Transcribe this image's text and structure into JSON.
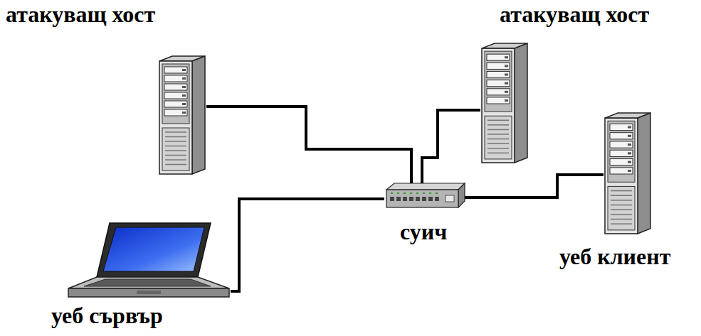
{
  "diagram": {
    "nodes": [
      {
        "text": [
          "атакуващ хост"
        ]
      },
      {
        "text": [
          "атакуващ хост"
        ]
      },
      {
        "text": [
          "суич"
        ]
      },
      {
        "text": [
          "уеб клиент"
        ]
      },
      {
        "text": [
          "уеб сървър"
        ]
      }
    ],
    "edges": [
      {
        "from": 0,
        "to": 2,
        "arrow": "none"
      },
      {
        "from": 1,
        "to": 2,
        "arrow": "none"
      },
      {
        "from": 2,
        "to": 3,
        "arrow": "none"
      },
      {
        "from": 4,
        "to": 2,
        "arrow": "none"
      }
    ]
  }
}
